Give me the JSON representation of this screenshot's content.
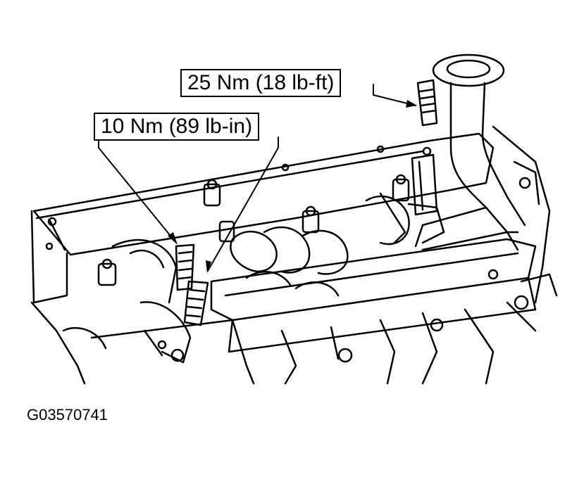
{
  "callouts": {
    "upper_right": "25 Nm (18 lb-ft)",
    "left": "10 Nm (89 lb-in)"
  },
  "figure_id": "G03570741",
  "colors": {
    "ink": "#000000",
    "paper": "#ffffff"
  }
}
